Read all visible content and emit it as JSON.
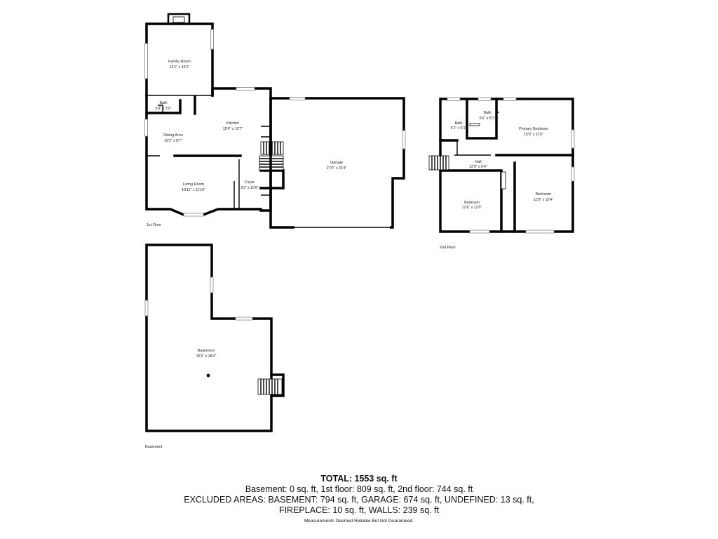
{
  "floors": [
    {
      "key": "first",
      "label": "1st Floor",
      "rooms": [
        {
          "id": "family-room",
          "name": "Family Room",
          "dims": "13'1\" x 15'1\""
        },
        {
          "id": "bath-1",
          "name": "Bath",
          "dims": "6'9\" x 3'2\""
        },
        {
          "id": "kitchen",
          "name": "Kitchen",
          "dims": "15'4\" x 13'7\""
        },
        {
          "id": "dining-area",
          "name": "Dining Area",
          "dims": "10'2\" x 8'7\""
        },
        {
          "id": "living-room",
          "name": "Living Room",
          "dims": "18'11\" x 11'10\""
        },
        {
          "id": "foyer",
          "name": "Foyer",
          "dims": "9'2\" x 10'6\""
        },
        {
          "id": "garage",
          "name": "Garage",
          "dims": "27'0\" x 26'4\""
        }
      ]
    },
    {
      "key": "second",
      "label": "2nd Floor",
      "rooms": [
        {
          "id": "bath-2a",
          "name": "Bath",
          "dims": "5'1\" x 5'1\""
        },
        {
          "id": "bath-2b",
          "name": "Bath",
          "dims": "5'6\" x 8'1\""
        },
        {
          "id": "primary-bedroom",
          "name": "Primary Bedroom",
          "dims": "15'9\" x 11'6\""
        },
        {
          "id": "hall",
          "name": "Hall",
          "dims": "12'9\" x 6'4\""
        },
        {
          "id": "bedroom-1",
          "name": "Bedroom",
          "dims": "12'6\" x 12'0\""
        },
        {
          "id": "bedroom-2",
          "name": "Bedroom",
          "dims": "11'9\" x 15'4\""
        }
      ]
    },
    {
      "key": "basement",
      "label": "Basement",
      "rooms": [
        {
          "id": "basement",
          "name": "Basement",
          "dims": "25'6\" x 38'4\""
        }
      ]
    }
  ],
  "summary": {
    "total": "TOTAL: 1553 sq. ft",
    "line1": "Basement: 0 sq. ft, 1st floor: 809 sq. ft, 2nd floor: 744 sq. ft",
    "line2": "EXCLUDED AREAS: BASEMENT: 794 sq. ft, GARAGE: 674 sq. ft, UNDEFINED: 13 sq. ft,",
    "line3": "FIREPLACE: 10 sq. ft, WALLS: 239 sq. ft",
    "disclaimer": "Measurements Deemed Reliable But Not Guaranteed."
  }
}
